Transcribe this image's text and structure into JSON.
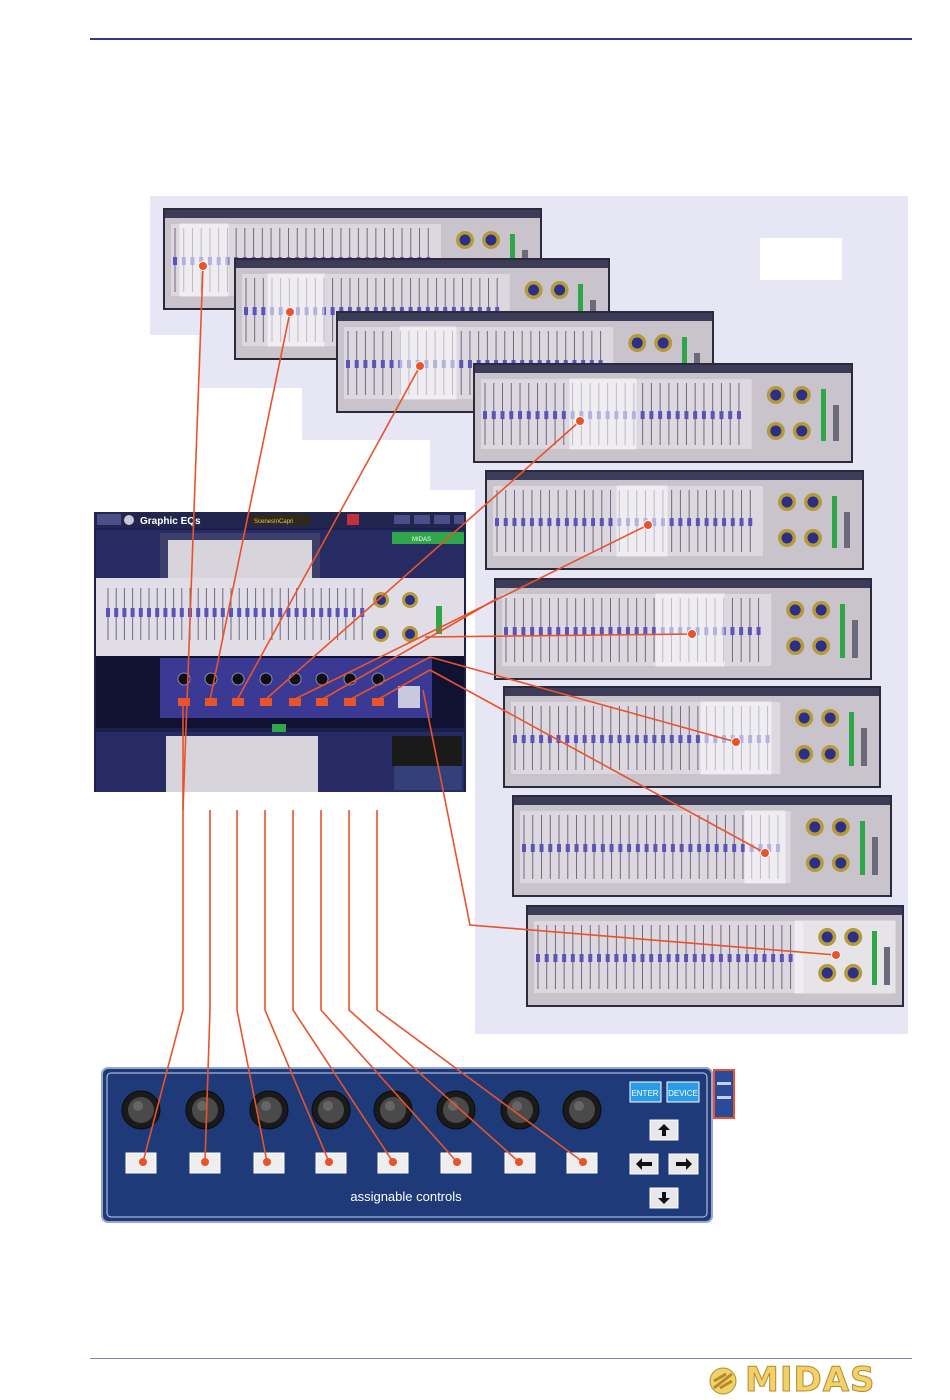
{
  "screen": {
    "title": "Graphic EQs",
    "scene": "ScenesInCapri",
    "status": "MIDAS"
  },
  "panel": {
    "caption": "assignable controls",
    "enter_label": "ENTER",
    "device_label": "DEVICE",
    "knob_count": 8,
    "button_count": 8
  },
  "logo": {
    "text": "MIDAS"
  },
  "colors": {
    "rule": "#2a3a8c",
    "panel_bg": "#1e3a78",
    "connector": "#e8532b",
    "fader": "#5a54b8",
    "logo_gold": "#f1d26a"
  }
}
